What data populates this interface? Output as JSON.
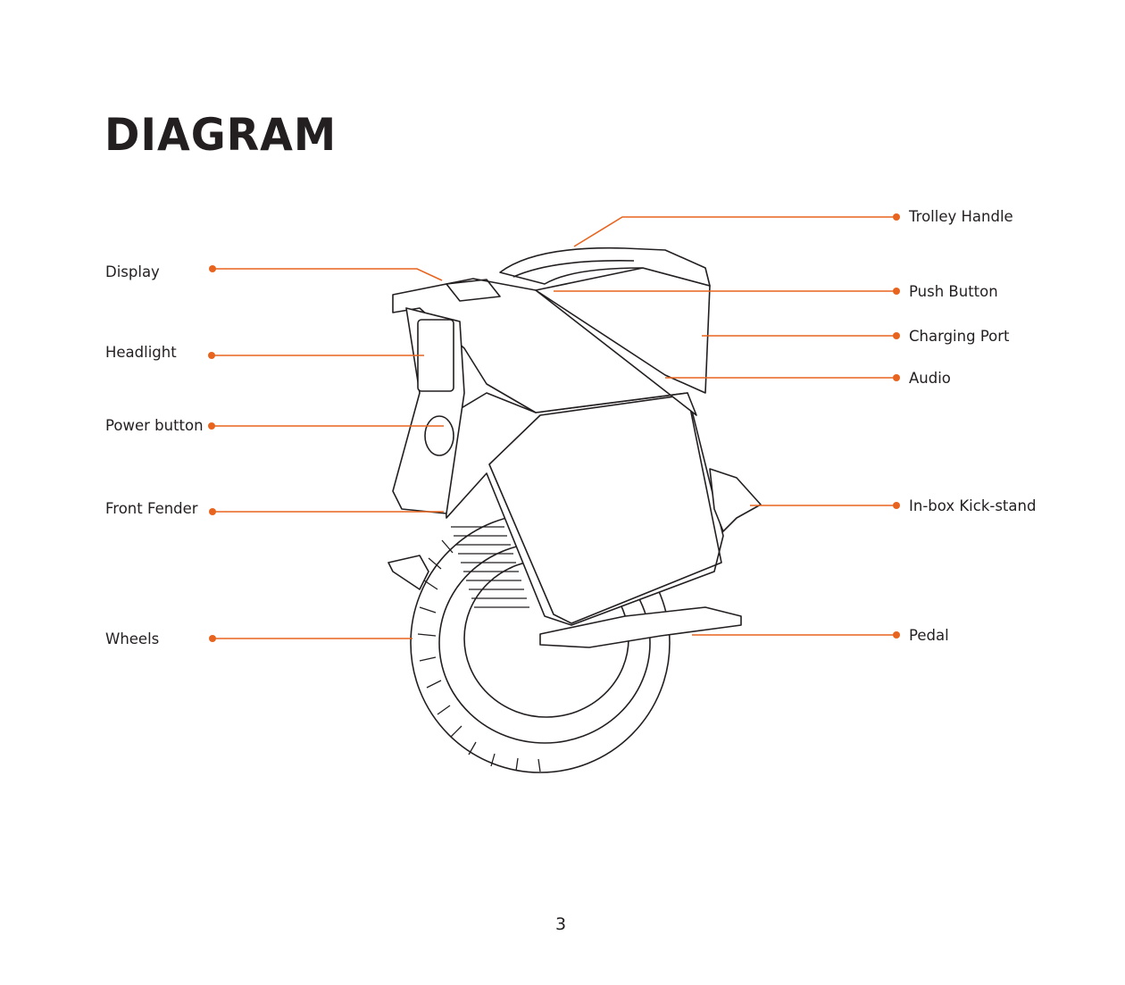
{
  "page": {
    "title": "DIAGRAM",
    "page_number": "3"
  },
  "accent_color": "#e8641e",
  "callouts_left": [
    {
      "label": "Display"
    },
    {
      "label": "Headlight"
    },
    {
      "label": "Power button"
    },
    {
      "label": "Front Fender"
    },
    {
      "label": "Wheels"
    }
  ],
  "callouts_right": [
    {
      "label": "Trolley  Handle"
    },
    {
      "label": "Push  Button"
    },
    {
      "label": "Charging Port"
    },
    {
      "label": "Audio"
    },
    {
      "label": "In-box Kick-stand"
    },
    {
      "label": "Pedal"
    }
  ]
}
